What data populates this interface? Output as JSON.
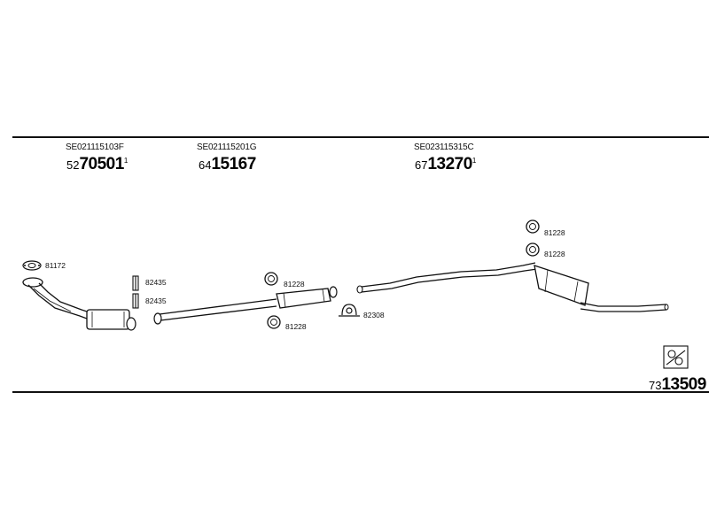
{
  "colors": {
    "ink": "#111111",
    "background": "#ffffff"
  },
  "header": {
    "groups": [
      {
        "oe_ref": "SE021115103F",
        "pn_prefix": "52",
        "pn_main": "70501",
        "pn_sup": "1"
      },
      {
        "oe_ref": "SE021115201G",
        "pn_prefix": "64",
        "pn_main": "15167",
        "pn_sup": ""
      },
      {
        "oe_ref": "SE023115315C",
        "pn_prefix": "67",
        "pn_main": "13270",
        "pn_sup": "1"
      }
    ]
  },
  "parts": {
    "gasket_front": "81172",
    "clamp_upper": "82435",
    "clamp_lower": "82435",
    "rubber_mid_upper": "81228",
    "rubber_mid_lower": "81228",
    "clamp_mid": "82308",
    "rubber_rear_upper": "81228",
    "rubber_rear_lower": "81228"
  },
  "footer": {
    "kit_icon": "kit-box-icon",
    "kit_prefix": "73",
    "kit_number": "13509"
  }
}
